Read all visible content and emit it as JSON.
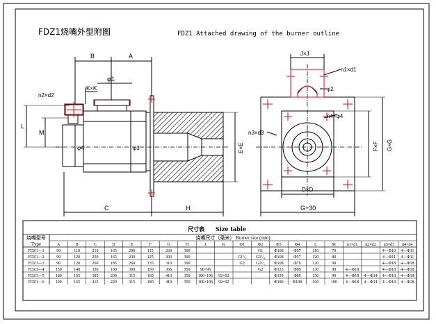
{
  "title_cn": "FDZ1烧嘴外型附图",
  "title_en": "FDZ1 Attached drawing of the burner outline",
  "colors": {
    "line": "#000000",
    "mark": "#ff0000",
    "hatch": "#000000",
    "paper": "#ffffff"
  },
  "dims": {
    "B": "B",
    "A": "A",
    "phi1": "φ1",
    "KxK": "K×K",
    "n2d2": "n2×d2",
    "L": "L",
    "M": "M",
    "phi4": "φ4",
    "phi3": "φ3",
    "C": "C",
    "H": "H",
    "ExE": "E×E",
    "JxJ": "J×J",
    "n1d1": "n1×d1",
    "phi2": "φ2",
    "n4d4": "n4×φ4",
    "n3d3": "n3×d3",
    "FxF": "F×F",
    "GxG": "G×G",
    "DxD": "D×D",
    "G30": "G+30"
  },
  "table": {
    "title_cn": "尺寸表",
    "title_en": "Size table",
    "model_label_cn": "烧嘴型号",
    "model_label_en": "Type",
    "size_label": "烧嘴尺寸（毫米） Burner size (mm)",
    "headers": [
      "A",
      "B",
      "C",
      "D",
      "E",
      "F",
      "G",
      "H",
      "J",
      "K",
      "Φ1",
      "Φ2",
      "Φ3",
      "Φ4",
      "L",
      "M",
      "n1×d1",
      "n2×d2",
      "n3×d3",
      "n4×d4"
    ],
    "rows": [
      [
        "FDZ1—1",
        "90",
        "110",
        "210",
        "165",
        "200",
        "115",
        "260",
        "300",
        "",
        "",
        "",
        "G1",
        "Φ108",
        "Φ57",
        "110",
        "70",
        "",
        "",
        "4—Φ10",
        "4—Φ11"
      ],
      [
        "FDZ1—2",
        "90",
        "120",
        "250",
        "165",
        "230",
        "125",
        "300",
        "300",
        "",
        "",
        "G1¹/₄",
        "G1¹/₄",
        "Φ108",
        "Φ57",
        "120",
        "80",
        "",
        "",
        "4—Φ11",
        "4—Φ11"
      ],
      [
        "FDZ1—3",
        "90",
        "120",
        "260",
        "185",
        "260",
        "135",
        "310",
        "300",
        "",
        "",
        "G2",
        "G1¹/₂",
        "Φ108",
        "Φ76",
        "120",
        "90",
        "",
        "",
        "4—Φ18",
        "4—Φ18"
      ],
      [
        "FDZ1—4",
        "150",
        "140",
        "330",
        "180",
        "300",
        "150",
        "365",
        "350",
        "96×96",
        "",
        "",
        "G2",
        "Φ133",
        "Φ89",
        "130",
        "90",
        "4—Φ18",
        "",
        "4—Φ18",
        "4—Φ18"
      ],
      [
        "FDZ1—5",
        "180",
        "165",
        "385",
        "200",
        "315",
        "160",
        "410",
        "350",
        "106×106",
        "92×92",
        "",
        "",
        "Φ159",
        "Φ89",
        "150",
        "90",
        "4—Φ18",
        "4—Φ14",
        "4—Φ18",
        "4—Φ18"
      ],
      [
        "FDZ1—6",
        "190",
        "165",
        "415",
        "220",
        "315",
        "180",
        "410",
        "350",
        "106×106",
        "92×92",
        "",
        "",
        "Φ180",
        "Φ108",
        "160",
        "100",
        "4—Φ18",
        "4—Φ14",
        "4—Φ18",
        "4—Φ18"
      ]
    ]
  }
}
